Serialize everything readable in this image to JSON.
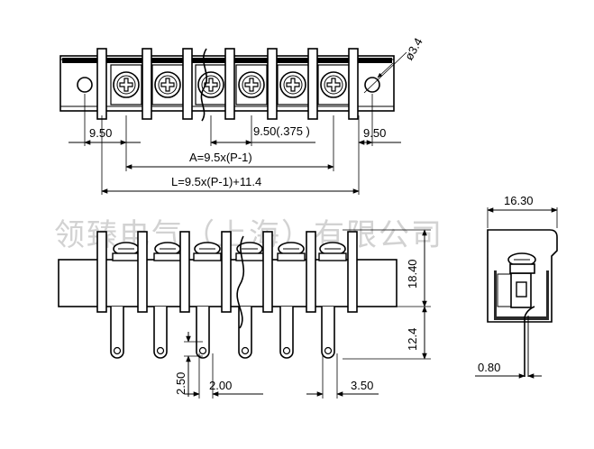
{
  "watermark": "领臻电气（上海）有限公司",
  "dimensions": {
    "hole_diameter": "ø3.4",
    "end_left": "9.50",
    "pitch": "9.50(.375 )",
    "end_right": "9.50",
    "formula_a": "A=9.5x(P-1)",
    "formula_l": "L=9.5x(P-1)+11.4",
    "side_width": "16.30",
    "height_upper": "18.40",
    "height_lower": "12.4",
    "pin_gap": "2.50",
    "pin_width": "2.00",
    "pin_spacing": "3.50",
    "wire_thickness": "0.80"
  }
}
